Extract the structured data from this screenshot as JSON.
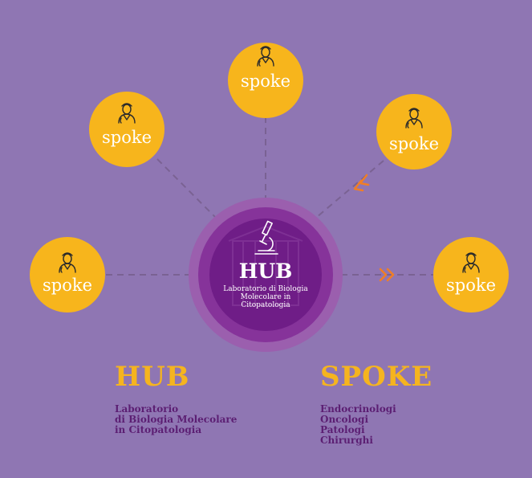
{
  "colors": {
    "background": "#8f76b3",
    "spoke_fill": "#f7b51c",
    "hub_outer": "#9b5fae",
    "hub_mid": "#86339a",
    "hub_inner": "#6f1d87",
    "title_color": "#f5b41f",
    "text_color": "#5c1f73",
    "arrow_color": "#f07e26"
  },
  "hub": {
    "title": "HUB",
    "lines": [
      "Laboratorio di Biologia",
      "Molecolare in",
      "Citopatologia"
    ],
    "icon": "microscope-icon"
  },
  "spokes": [
    {
      "label": "spoke",
      "icon": "doctor-icon"
    },
    {
      "label": "spoke",
      "icon": "doctor-icon"
    },
    {
      "label": "spoke",
      "icon": "doctor-icon"
    },
    {
      "label": "spoke",
      "icon": "doctor-icon"
    },
    {
      "label": "spoke",
      "icon": "doctor-icon"
    }
  ],
  "legend": {
    "hub": {
      "title": "HUB",
      "lines": [
        "Laboratorio",
        "di Biologia Molecolare",
        "in Citopatologia"
      ]
    },
    "spoke": {
      "title": "SPOKE",
      "lines": [
        "Endocrinologi",
        "Oncologi",
        "Patologi",
        "Chirurghi"
      ]
    }
  }
}
